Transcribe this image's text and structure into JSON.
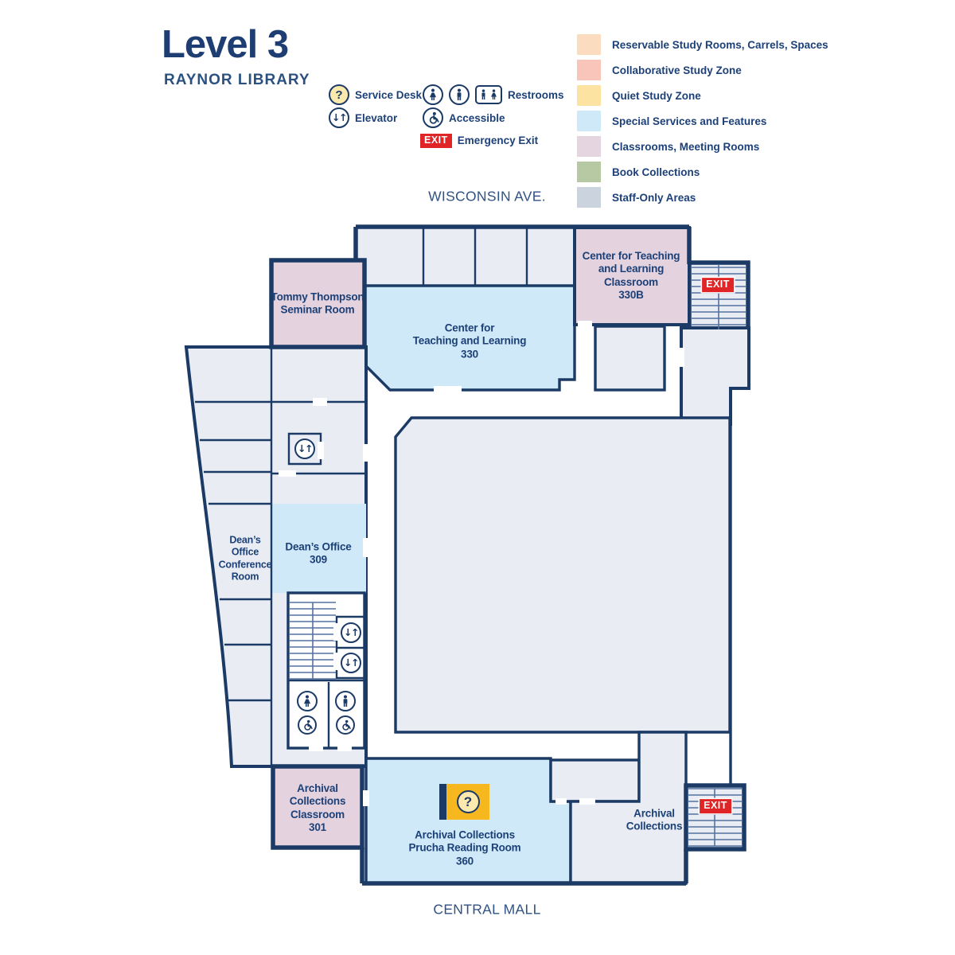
{
  "title": {
    "level": "Level 3",
    "library": "RAYNOR LIBRARY"
  },
  "streets": {
    "top": "WISCONSIN AVE.",
    "bottom": "CENTRAL MALL"
  },
  "glyphs": {
    "question": "?",
    "exit": "EXIT",
    "elevator_arrows": "↓↑"
  },
  "icon_legend": {
    "service_desk": "Service Desk",
    "elevator": "Elevator",
    "restrooms": "Restrooms",
    "accessible": "Accessible",
    "emergency_exit": "Emergency Exit"
  },
  "color_legend": {
    "items": [
      {
        "label": "Reservable Study Rooms, Carrels, Spaces",
        "color": "#fbdcbe"
      },
      {
        "label": "Collaborative Study Zone",
        "color": "#f9c4b9"
      },
      {
        "label": "Quiet Study Zone",
        "color": "#fce3a1"
      },
      {
        "label": "Special Services and Features",
        "color": "#cfe9f8"
      },
      {
        "label": "Classrooms, Meeting Rooms",
        "color": "#e4d5e1"
      },
      {
        "label": "Book Collections",
        "color": "#b6c9a3"
      },
      {
        "label": "Staff-Only Areas",
        "color": "#cbd4de"
      }
    ]
  },
  "rooms": {
    "tommy": "Tommy Thompson\nSeminar Room",
    "ctl330": "Center for\nTeaching and Learning\n330",
    "ctl330b": "Center for Teaching\nand Learning\nClassroom\n330B",
    "deans_conf": "Dean’s\nOffice\nConference\nRoom",
    "deans309": "Dean’s Office\n309",
    "arch_classroom": "Archival\nCollections\nClassroom\n301",
    "prucha": "Archival Collections\nPrucha Reading Room\n360",
    "archival": "Archival\nCollections"
  },
  "colors": {
    "wall_navy": "#1b3a66",
    "text_navy": "#1c4077",
    "exit_red": "#e02526",
    "desk_gold": "#f6b81e",
    "desk_pale_yellow": "#fbe9ad"
  }
}
